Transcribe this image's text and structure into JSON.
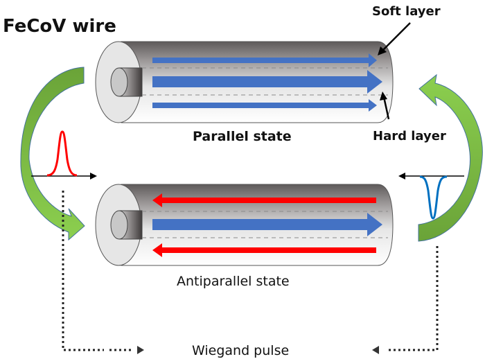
{
  "title": "FeCoV wire",
  "labels": {
    "soft_layer": "Soft layer",
    "hard_layer": "Hard layer",
    "parallel_state": "Parallel state",
    "antiparallel_state": "Antiparallel state",
    "wiegand_pulse": "Wiegand pulse"
  },
  "wires": [
    {
      "state": "parallel",
      "layers": [
        {
          "role": "soft-outer-top",
          "direction": "right",
          "color": "#4472c4"
        },
        {
          "role": "hard-core",
          "direction": "right",
          "color": "#4472c4"
        },
        {
          "role": "soft-outer-bottom",
          "direction": "right",
          "color": "#4472c4"
        }
      ]
    },
    {
      "state": "antiparallel",
      "layers": [
        {
          "role": "soft-outer-top",
          "direction": "left",
          "color": "#ff0000"
        },
        {
          "role": "hard-core",
          "direction": "right",
          "color": "#4472c4"
        },
        {
          "role": "soft-outer-bottom",
          "direction": "left",
          "color": "#ff0000"
        }
      ]
    }
  ],
  "pulses": [
    {
      "name": "positive-pulse",
      "polarity": "positive",
      "color": "#ff0000",
      "axis_direction": "right"
    },
    {
      "name": "negative-pulse",
      "polarity": "negative",
      "color": "#0070c0",
      "axis_direction": "left"
    }
  ],
  "colors": {
    "switch_arrow": "#7ec242",
    "switch_arrow_dark": "#6aa338",
    "switch_arrow_outline": "#41719c",
    "tube_shade": "#6e6a6a",
    "tube_light": "#ffffff",
    "end_cap": "#e8e8e8"
  }
}
